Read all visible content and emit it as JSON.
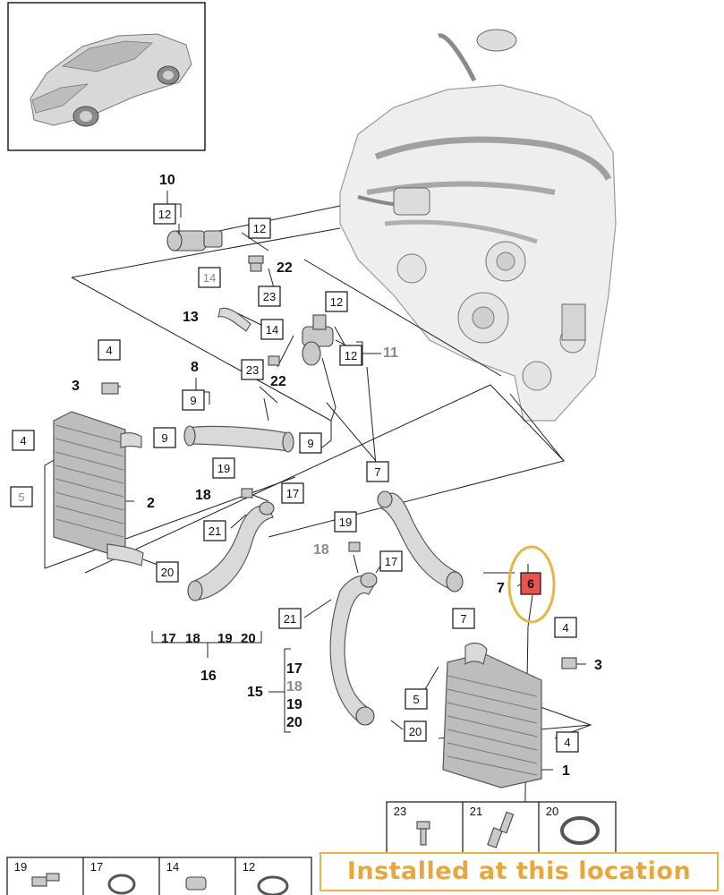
{
  "callouts": {
    "c10": "10",
    "c12a": "12",
    "c12b": "12",
    "c12c": "12",
    "c12d": "12",
    "c14a": "14",
    "c14b": "14",
    "c22a": "22",
    "c22b": "22",
    "c23a": "23",
    "c23b": "23",
    "c13": "13",
    "c11": "11",
    "c8": "8",
    "c9a": "9",
    "c9b": "9",
    "c9c": "9",
    "c4a": "4",
    "c3a": "3",
    "c4b": "4",
    "c5a": "5",
    "c2": "2",
    "c19a": "19",
    "c18a": "18",
    "c17a": "17",
    "c21a": "21",
    "c20a": "20",
    "g17": "17",
    "g18": "18",
    "g19": "19",
    "g20": "20",
    "c16": "16",
    "c7a": "7",
    "c7b": "7",
    "c7c": "7",
    "c6": "6",
    "c17b": "17",
    "c19b": "19",
    "c18b": "18",
    "c21b": "21",
    "c15": "15",
    "s17": "17",
    "s18": "18",
    "s19": "19",
    "s20": "20",
    "c4c": "4",
    "c3b": "3",
    "c5b": "5",
    "c20b": "20",
    "c4d": "4",
    "c1": "1"
  },
  "parts_strip": {
    "right": [
      "23",
      "21",
      "20"
    ],
    "bottom": [
      "19",
      "17",
      "14",
      "12"
    ]
  },
  "highlight": {
    "part": "6",
    "message": "Installed at this location",
    "accent": "#e8b445",
    "marker": "#e8524f"
  }
}
